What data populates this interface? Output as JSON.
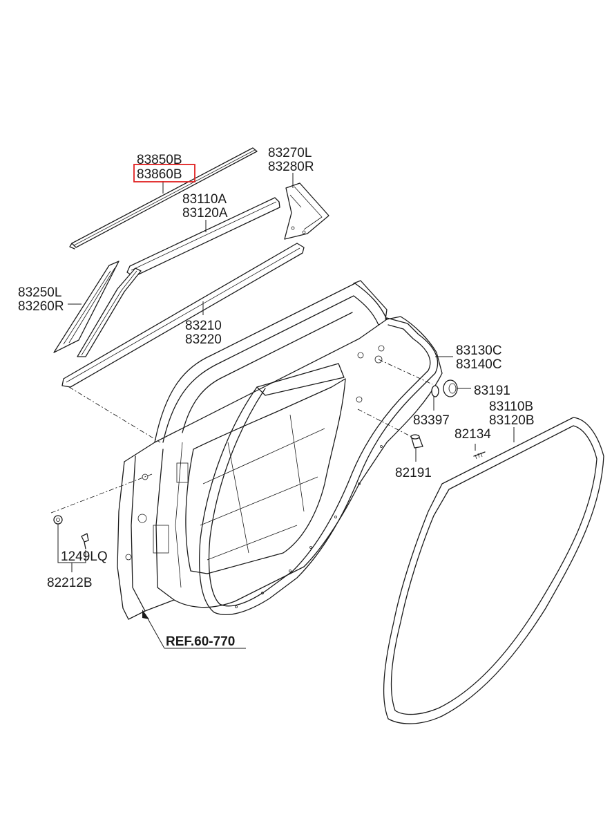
{
  "labels": {
    "p83850B": "83850B",
    "p83860B": "83860B",
    "p83270L": "83270L",
    "p83280R": "83280R",
    "p83110A": "83110A",
    "p83120A": "83120A",
    "p83250L": "83250L",
    "p83260R": "83260R",
    "p83210": "83210",
    "p83220": "83220",
    "p83130C": "83130C",
    "p83140C": "83140C",
    "p83191": "83191",
    "p83397": "83397",
    "p83110B": "83110B",
    "p83120B": "83120B",
    "p82134": "82134",
    "p82191": "82191",
    "p1249LQ": "1249LQ",
    "p82212B": "82212B",
    "ref": "REF.60-770"
  },
  "highlight": {
    "part": "83860B",
    "color": "#e02020"
  }
}
